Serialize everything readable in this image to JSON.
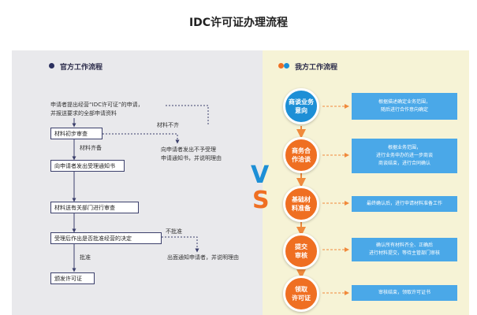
{
  "title": "IDC许可证办理流程",
  "left": {
    "header": "官方工作流程",
    "intro": "申请者提出经营“IDC许可证”的申请，\n并报送要求的全部申请资料",
    "steps": [
      "材料初步审查",
      "向申请者发出受理通知书",
      "材料送有关部门进行审查",
      "受理后作出是否批准经营的决定",
      "颁发许可证"
    ],
    "labels": {
      "incomplete": "材料不齐",
      "complete": "材料齐备",
      "rejected": "不批准",
      "approved": "批准"
    },
    "branch_notice": "向申请者发出不予受理\n申请通知书，并说明理由",
    "reject_notice": "出面通知申请者，并说明理由"
  },
  "vs": {
    "v": "V",
    "s": "S"
  },
  "right": {
    "header": "我方工作流程",
    "steps": [
      {
        "name": "商谈业务\n意向",
        "color": "#1d8fd6",
        "info": "根据描述确定业务范围，\n随后进行合作意向确定",
        "info_color": "#4aa8e8"
      },
      {
        "name": "商务合\n作洽谈",
        "color": "#ef6f22",
        "info": "根据业务范围，\n进行业务申办的进一步商谈\n商谈结束，进行合同确认",
        "info_color": "#4aa8e8"
      },
      {
        "name": "基础材\n料准备",
        "color": "#ef6f22",
        "info": "最终确认后，进行申请材料准备工作",
        "info_color": "#4aa8e8"
      },
      {
        "name": "提交\n审核",
        "color": "#ef6f22",
        "info": "确认所有材料齐全、正确后\n进行材料提交，等待主管部门审核",
        "info_color": "#4aa8e8"
      },
      {
        "name": "领取\n许可证",
        "color": "#ef6f22",
        "info": "审核结束，领取许可证书",
        "info_color": "#4aa8e8"
      }
    ]
  },
  "colors": {
    "left_dot": "#2b2f5e",
    "right_dot_a": "#ef6f22",
    "right_dot_b": "#1d8fd6",
    "vs_v": "#1d8fd6",
    "vs_s": "#ef6f22"
  }
}
